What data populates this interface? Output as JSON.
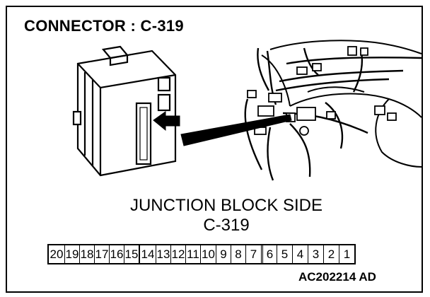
{
  "title": "CONNECTOR : C-319",
  "caption": {
    "line1": "JUNCTION BLOCK SIDE",
    "line2": "C-319"
  },
  "pins": [
    "20",
    "19",
    "18",
    "17",
    "16",
    "15",
    "14",
    "13",
    "12",
    "11",
    "10",
    "9",
    "8",
    "7",
    "6",
    "5",
    "4",
    "3",
    "2",
    "1"
  ],
  "figure_code": "AC202214 AD"
}
